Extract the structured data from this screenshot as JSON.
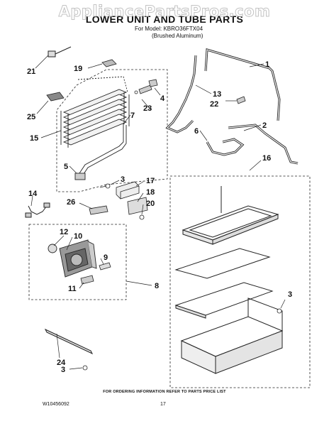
{
  "watermark": "AppliancePartsPros.com",
  "title": "LOWER UNIT AND TUBE PARTS",
  "model_line": "For Model: KBRO36FTX04",
  "finish_line": "(Brushed Aluminum)",
  "callouts": [
    "1",
    "2",
    "3",
    "4",
    "5",
    "6",
    "7",
    "8",
    "9",
    "10",
    "11",
    "12",
    "13",
    "14",
    "15",
    "16",
    "17",
    "18",
    "19",
    "20",
    "21",
    "22",
    "23",
    "24",
    "25",
    "26"
  ],
  "callout_3_repeats": [
    "3",
    "3",
    "3"
  ],
  "footer_note": "FOR ORDERING INFORMATION REFER TO PARTS PRICE LIST",
  "doc_number": "W10456092",
  "page_number": "17"
}
